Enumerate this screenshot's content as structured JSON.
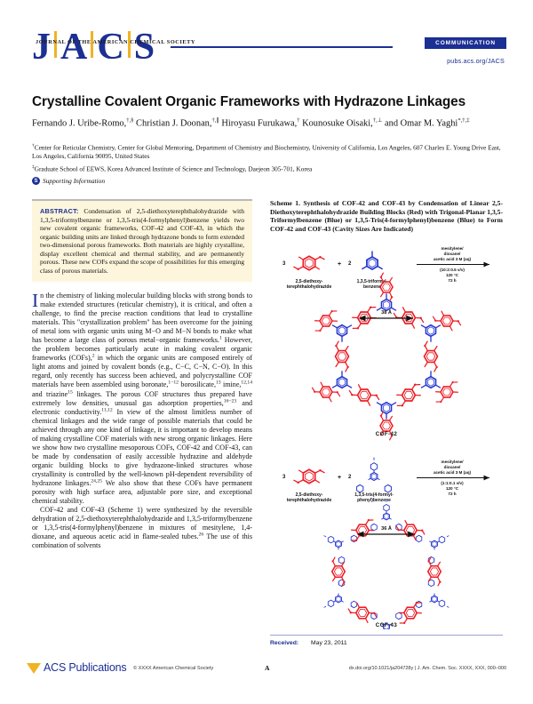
{
  "masthead": {
    "logo_letters": [
      "J",
      "A",
      "C",
      "S"
    ],
    "logo_subtitle": "JOURNAL OF THE AMERICAN CHEMICAL SOCIETY",
    "badge": "COMMUNICATION",
    "url": "pubs.acs.org/JACS",
    "brand_blue": "#1c2f93",
    "brand_gold": "#f0b323"
  },
  "article": {
    "title": "Crystalline Covalent Organic Frameworks with Hydrazone Linkages",
    "authors_html": "Fernando J. Uribe-Romo,<sup>†,§</sup> Christian J. Doonan,<sup>†,∥</sup> Hiroyasu Furukawa,<sup>†</sup> Kounosuke Oisaki,<sup>†,⊥</sup> and Omar M. Yaghi<sup>*,†,‡</sup>",
    "affiliations": [
      "<sup>†</sup>Center for Reticular Chemistry, Center for Global Mentoring, Department of Chemistry and Biochemistry, University of California, Los Angeles, 607 Charles E. Young Drive East, Los Angeles, California 90095, United States",
      "<sup>‡</sup>Graduate School of EEWS, Korea Advanced Institute of Science and Technology, Daejeon 305-701, Korea"
    ],
    "supporting_information": "Supporting Information",
    "si_badge": "S",
    "received_label": "Received:",
    "received_date": "May 23, 2011"
  },
  "abstract": {
    "label": "ABSTRACT:",
    "text": " Condensation of 2,5-diethoxyterephthalohydrazide with 1,3,5-triformylbenzene or 1,3,5-tris(4-formylphenyl)benzene yields two new covalent organic frameworks, COF-42 and COF-43, in which the organic building units are linked through hydrazone bonds to form extended two-dimensional porous frameworks. Both materials are highly crystalline, display excellent chemical and thermal stability, and are permanently porous. These new COFs expand the scope of possibilities for this emerging class of porous materials.",
    "background": "#fdf6dc"
  },
  "body": {
    "paragraph_1_lead": "I",
    "paragraph_1_html": "n the chemistry of linking molecular building blocks with strong bonds to make extended structures (reticular chemistry), it is critical, and often a challenge, to find the precise reaction conditions that lead to crystalline materials. This \"crystallization problem\" has been overcome for the joining of metal ions with organic units using M&minus;O and M&minus;N bonds to make what has become a large class of porous metal&minus;organic frameworks.<sup>1</sup> However, the problem becomes particularly acute in making covalent organic frameworks (COFs),<sup>2</sup> in which the organic units are composed entirely of light atoms and joined by covalent bonds (e.g., C&minus;C, C&minus;N, C&minus;O). In this regard, only recently has success been achieved, and polycrystalline COF materials have been assembled using boronate,<sup>1&minus;12</sup> borosilicate,<sup>13</sup> imine,<sup>12,14</sup> and triazine<sup>15</sup> linkages. The porous COF structures thus prepared have extremely low densities, unusual gas adsorption properties,<sup>16&minus;23</sup> and electronic conductivity.<sup>11,12</sup> In view of the almost limitless number of chemical linkages and the wide range of possible materials that could be achieved through any one kind of linkage, it is important to develop means of making crystalline COF materials with new strong organic linkages. Here we show how two crystalline mesoporous COFs, COF-42 and COF-43, can be made by condensation of easily accessible hydrazine and aldehyde organic building blocks to give hydrazone-linked structures whose crystallinity is controlled by the well-known pH-dependent reversibility of hydrazone linkages.<sup>24,25</sup> We also show that these COFs have permanent porosity with high surface area, adjustable pore size, and exceptional chemical stability.",
    "paragraph_2_html": "COF-42 and COF-43 (Scheme 1) were synthesized by the reversible dehydration of 2,5-diethoxyterephthalohydrazide and 1,3,5-triformylbenzene or 1,3,5-tris(4-formylphenyl)benzene in mixtures of mesitylene, 1,4-dioxane, and aqueous acetic acid in flame-sealed tubes.<sup>26</sup> The use of this combination of solvents"
  },
  "scheme": {
    "caption": "Scheme 1. Synthesis of COF-42 and COF-43 by Condensation of Linear 2,5-Diethoxyterephthalohydrazide Building Blocks (Red) with Trigonal-Planar 1,3,5-Triformylbenzene (Blue) or 1,3,5-Tris(4-formylphenyl)benzene (Blue) to Form COF-42 and COF-43 (Cavity Sizes Are Indicated)",
    "reaction_1": {
      "reagent_a_stoich": "3",
      "reagent_a_label": "2,5-diethoxy-\nterephthalohydrazide",
      "plus": "+",
      "reagent_b_stoich": "2",
      "reagent_b_label": "1,3,5-triformyl-\nbenzene",
      "conditions_above": "mesitylene/\ndioxane/\nacetic acid 3 M (aq)",
      "conditions_below": "(10:2:0.5 v/v)\n120 °C\n72 h",
      "product_label": "COF-42",
      "cavity_size": "38 Å"
    },
    "reaction_2": {
      "reagent_a_stoich": "3",
      "reagent_a_label": "2,5-diethoxy-\nterephthalohydrazide",
      "plus": "+",
      "reagent_b_stoich": "2",
      "reagent_b_label": "1,3,5-tris(4-formyl-\nphenyl)benzene",
      "conditions_above": "mesitylene/\ndioxane/\nacetic acid 3 M (aq)",
      "conditions_below": "(1:1:0.1 v/v)\n120 °C\n72 h",
      "product_label": "COF-43",
      "cavity_size": "36 Å"
    },
    "colors": {
      "linker_red": "#ed1c24",
      "node_blue": "#2436d0"
    }
  },
  "footer": {
    "publisher": "ACS Publications",
    "copyright": "© XXXX American Chemical Society",
    "page_number": "A",
    "doi_line": "dx.doi.org/10.1021/ja204728y | J. Am. Chem. Soc. XXXX, XXX, 000–000"
  }
}
